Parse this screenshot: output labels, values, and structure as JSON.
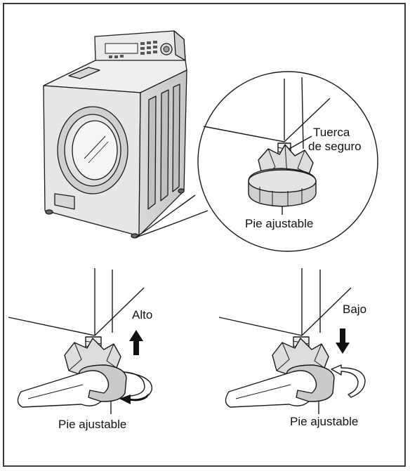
{
  "labels": {
    "lock_nut_line1": "Tuerca",
    "lock_nut_line2": "de seguro",
    "adjustable_foot_top": "Pie ajustable",
    "high": "Alto",
    "adjustable_foot_left": "Pie ajustable",
    "low": "Bajo",
    "adjustable_foot_right": "Pie ajustable"
  },
  "colors": {
    "line": "#1a1a1a",
    "body_fill": "#e6e7e9",
    "shadow_fill": "#c9cacc",
    "frame": "#3a3a3a"
  }
}
